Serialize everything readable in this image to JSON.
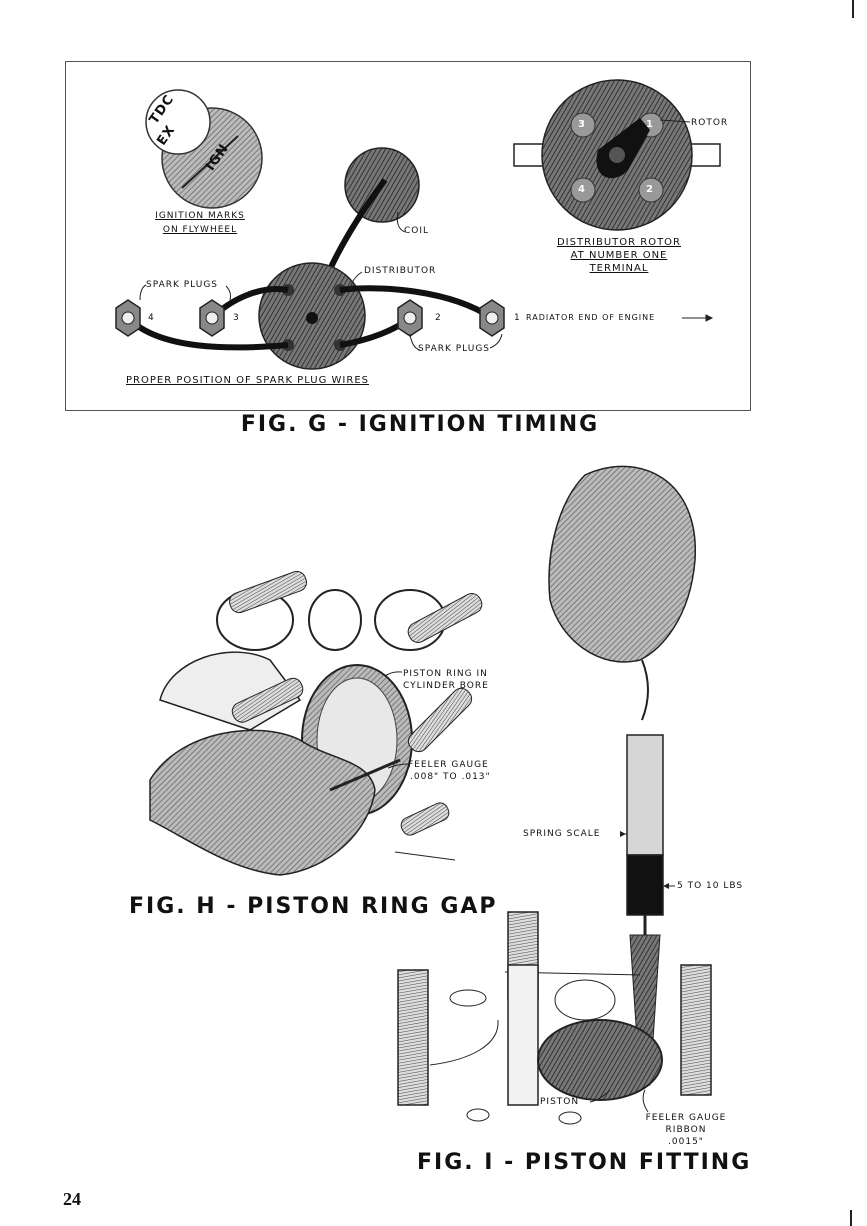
{
  "page": {
    "number": "24"
  },
  "fig_g": {
    "caption": "FIG. G - IGNITION TIMING",
    "flywheel": {
      "marks": [
        "TDC",
        "EX",
        "IGN"
      ],
      "label_line1": "IGNITION MARKS",
      "label_line2": "ON FLYWHEEL"
    },
    "coil_label": "COIL",
    "distributor_label": "DISTRIBUTOR",
    "rotor": {
      "label": "ROTOR",
      "terminals": [
        "1",
        "2",
        "3",
        "4"
      ],
      "caption_line1": "DISTRIBUTOR ROTOR",
      "caption_line2": "AT NUMBER ONE",
      "caption_line3": "TERMINAL"
    },
    "spark_plugs_top": "SPARK PLUGS",
    "spark_plugs_bottom": "SPARK PLUGS",
    "plug_numbers": [
      "4",
      "3",
      "2",
      "1"
    ],
    "radiator_label": "RADIATOR END OF ENGINE",
    "wires_caption": "PROPER POSITION OF SPARK PLUG WIRES"
  },
  "fig_h": {
    "caption": "FIG. H - PISTON RING GAP",
    "ring_label_line1": "PISTON RING IN",
    "ring_label_line2": "CYLINDER BORE",
    "gauge_label_line1": "FEELER GAUGE",
    "gauge_label_line2": ".008\" TO .013\""
  },
  "fig_i": {
    "caption": "FIG. I - PISTON FITTING",
    "spring_scale_label": "SPRING SCALE",
    "pull_label": "5 TO 10 LBS",
    "piston_label": "PISTON",
    "ribbon_label_line1": "FEELER GAUGE",
    "ribbon_label_line2": "RIBBON",
    "ribbon_label_line3": ".0015\""
  }
}
